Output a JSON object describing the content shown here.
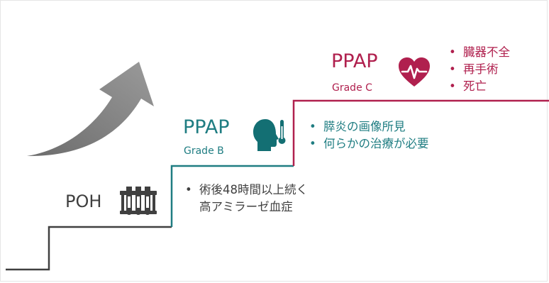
{
  "steps": {
    "poh": {
      "title": "POH",
      "icon": "test-tubes-icon",
      "color": "#404040",
      "bullets": [
        "術後48時間以上続く",
        "高アミラーゼ血症"
      ]
    },
    "grade_b": {
      "title": "PPAP",
      "grade": "Grade B",
      "icon": "head-thermometer-icon",
      "color": "#1f7d82",
      "bullets": [
        "膵炎の画像所見",
        "何らかの治療が必要"
      ]
    },
    "grade_c": {
      "title": "PPAP",
      "grade": "Grade C",
      "icon": "heart-pulse-icon",
      "color": "#b0204e",
      "bullets": [
        "臓器不全",
        "再手術",
        "死亡"
      ]
    }
  },
  "arrow": {
    "icon": "upward-arrow-icon",
    "color": "#7f7f7f"
  }
}
